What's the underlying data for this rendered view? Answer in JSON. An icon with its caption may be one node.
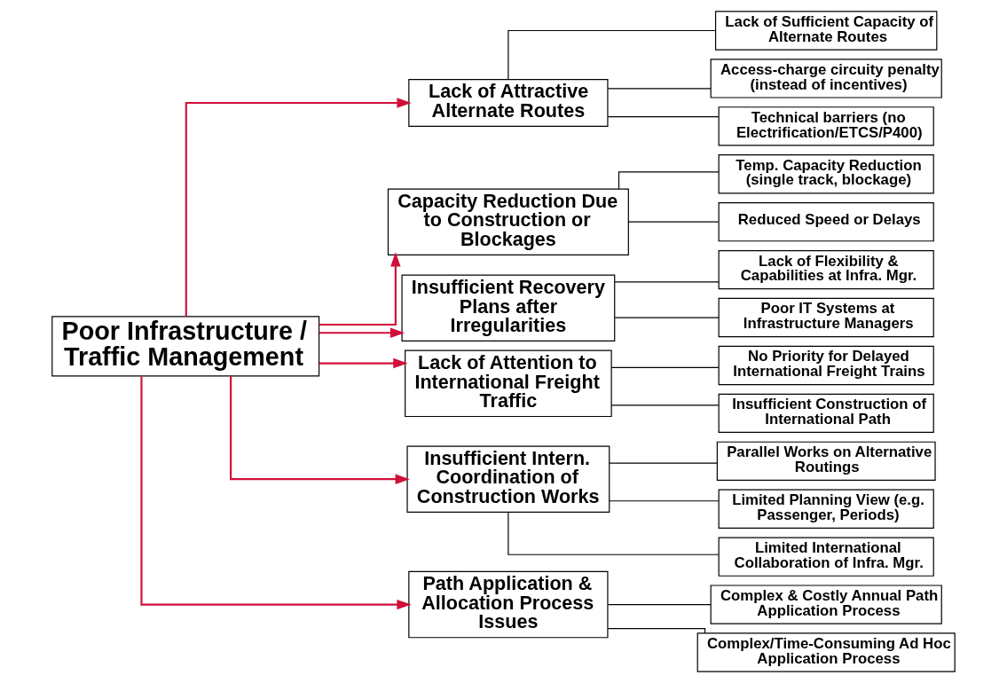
{
  "diagram": {
    "nodes": [
      {
        "text": [
          "Poor Infrastructure / Traffic Management"
        ]
      },
      {
        "text": [
          "Lack of Attractive Alternate Routes"
        ]
      },
      {
        "text": [
          "Capacity Reduction Due to Construction or Blockages"
        ]
      },
      {
        "text": [
          "Insufficient Recovery Plans after Irregularities"
        ]
      },
      {
        "text": [
          "Lack of Attention to International Freight Traffic"
        ]
      },
      {
        "text": [
          "Insufficient Intern. Coordination of Construction Works"
        ]
      },
      {
        "text": [
          "Path Application & Allocation Process Issues"
        ]
      },
      {
        "text": [
          "Lack of Sufficient Capacity of Alternate Routes"
        ]
      },
      {
        "text": [
          "Access-charge circuity penalty (instead of incentives)"
        ]
      },
      {
        "text": [
          "Technical barriers (no Electrification/ETCS/P400)"
        ]
      },
      {
        "text": [
          "Temp. Capacity Reduction (single track, blockage)"
        ]
      },
      {
        "text": [
          "Reduced Speed or Delays"
        ]
      },
      {
        "text": [
          "Lack of Flexibility & Capabilities at Infra. Mgr."
        ]
      },
      {
        "text": [
          "Poor IT Systems at Infrastructure Managers"
        ]
      },
      {
        "text": [
          "No Priority for Delayed International Freight Trains"
        ]
      },
      {
        "text": [
          "Insufficient Construction of International Path"
        ]
      },
      {
        "text": [
          "Parallel Works on Alternative Routings"
        ]
      },
      {
        "text": [
          "Limited Planning View (e.g. Passenger, Periods)"
        ]
      },
      {
        "text": [
          "Limited International Collaboration of Infra. Mgr."
        ]
      },
      {
        "text": [
          "Complex & Costly Annual Path Application Process"
        ]
      },
      {
        "text": [
          "Complex/Time-Consuming Ad Hoc Application Process"
        ]
      }
    ],
    "edges": [
      {
        "from": 0,
        "to": 1,
        "arrow": "to",
        "color": "#d0103a"
      },
      {
        "from": 0,
        "to": 2,
        "arrow": "to",
        "color": "#d0103a"
      },
      {
        "from": 0,
        "to": 3,
        "arrow": "to",
        "color": "#d0103a"
      },
      {
        "from": 0,
        "to": 4,
        "arrow": "to",
        "color": "#d0103a"
      },
      {
        "from": 0,
        "to": 5,
        "arrow": "to",
        "color": "#d0103a"
      },
      {
        "from": 0,
        "to": 6,
        "arrow": "to",
        "color": "#d0103a"
      },
      {
        "from": 1,
        "to": 7,
        "arrow": "none"
      },
      {
        "from": 1,
        "to": 8,
        "arrow": "none"
      },
      {
        "from": 1,
        "to": 9,
        "arrow": "none"
      },
      {
        "from": 2,
        "to": 10,
        "arrow": "none"
      },
      {
        "from": 2,
        "to": 11,
        "arrow": "none"
      },
      {
        "from": 3,
        "to": 12,
        "arrow": "none"
      },
      {
        "from": 3,
        "to": 13,
        "arrow": "none"
      },
      {
        "from": 4,
        "to": 14,
        "arrow": "none"
      },
      {
        "from": 4,
        "to": 15,
        "arrow": "none"
      },
      {
        "from": 5,
        "to": 16,
        "arrow": "none"
      },
      {
        "from": 5,
        "to": 17,
        "arrow": "none"
      },
      {
        "from": 5,
        "to": 18,
        "arrow": "none"
      },
      {
        "from": 6,
        "to": 19,
        "arrow": "none"
      },
      {
        "from": 6,
        "to": 20,
        "arrow": "none"
      }
    ]
  }
}
